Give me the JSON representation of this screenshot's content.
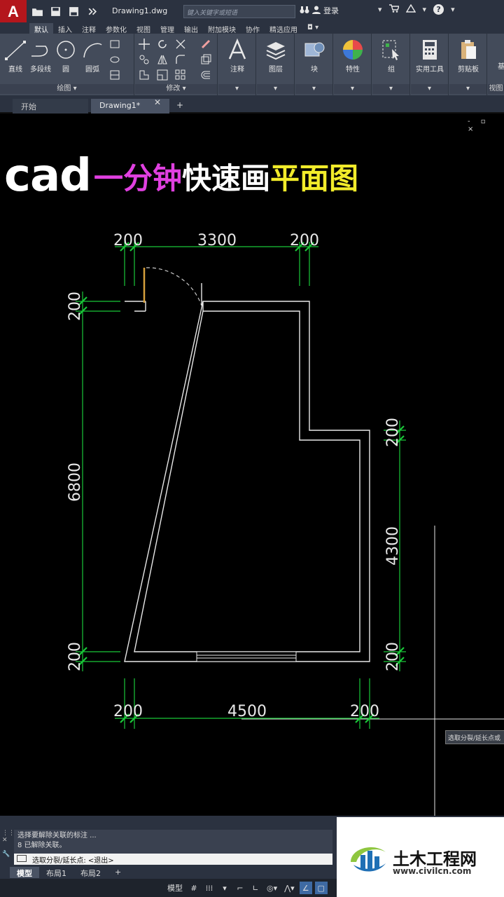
{
  "titlebar": {
    "app_letter": "A",
    "doc_title": "Drawing1.dwg",
    "search_placeholder": "键入关键字或短语",
    "login": "登录",
    "help": "?"
  },
  "ribbon_tabs": [
    "默认",
    "插入",
    "注释",
    "参数化",
    "视图",
    "管理",
    "输出",
    "附加模块",
    "协作",
    "精选应用"
  ],
  "ribbon": {
    "draw": {
      "label": "绘图",
      "tools": [
        "直线",
        "多段线",
        "圆",
        "圆弧"
      ]
    },
    "modify": {
      "label": "修改"
    },
    "big_tools": [
      "注释",
      "图层",
      "块",
      "特性",
      "组",
      "实用工具",
      "剪贴板",
      "基"
    ],
    "view_label": "视图"
  },
  "doc_tabs": {
    "start": "开始",
    "drawing": "Drawing1*"
  },
  "viewport_controls": "- ▫ ×",
  "headline": {
    "latin": "cad",
    "part_a": "一分钟",
    "part_b": "快速画",
    "part_c": "平面图"
  },
  "colors": {
    "accent_magenta": "#e040e0",
    "accent_yellow": "#f2ec2a",
    "dimension_green": "#19c838",
    "wall_white": "#e8e8e8"
  },
  "dimensions": {
    "top": [
      "200",
      "3300",
      "200"
    ],
    "bottom": [
      "200",
      "4500",
      "200"
    ],
    "left": [
      "200",
      "6800",
      "200"
    ],
    "right": [
      "200",
      "4300",
      "200"
    ]
  },
  "snap_tooltip": "选取分裂/延长点或",
  "command_line": {
    "history": [
      "选择要解除关联的标注 ...",
      "8 已解除关联。"
    ],
    "input": "选取分裂/延长点: <退出>"
  },
  "layout_tabs": [
    "模型",
    "布局1",
    "布局2"
  ],
  "status_bar": {
    "model": "模型"
  },
  "watermark": {
    "name": "土木工程网",
    "url": "www.civilcn.com"
  }
}
